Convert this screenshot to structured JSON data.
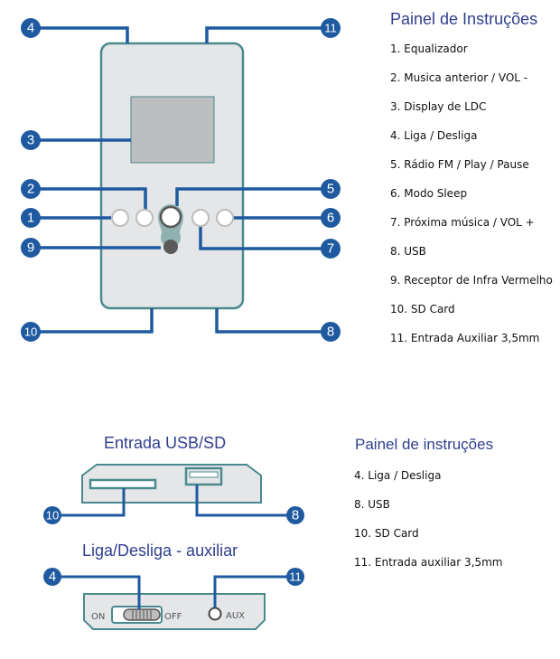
{
  "top_panel": {
    "title": "Painel de Instruções",
    "items": [
      "1. Equalizador",
      "2. Musica anterior / VOL -",
      "3. Display de LDC",
      "4. Liga / Desliga",
      "5. Rádio FM / Play / Pause",
      "6. Modo Sleep",
      "7. Próxima música / VOL +",
      "8. USB",
      "9. Receptor de Infra Vermelho",
      "10. SD Card",
      "11. Entrada Auxiliar 3,5mm"
    ]
  },
  "device_front": {
    "callouts": [
      "4",
      "11",
      "3",
      "2",
      "5",
      "1",
      "6",
      "9",
      "7",
      "10",
      "8"
    ]
  },
  "usb_sd_section": {
    "title": "Entrada USB/SD",
    "callouts": [
      "10",
      "8"
    ]
  },
  "power_aux_section": {
    "title": "Liga/Desliga - auxiliar",
    "callouts": [
      "4",
      "11"
    ],
    "switch_on_label": "ON",
    "switch_off_label": "OFF",
    "aux_label": "AUX"
  },
  "bottom_panel": {
    "title": "Painel de instruções",
    "items": [
      "4. Liga / Desliga",
      "8. USB",
      "10. SD Card",
      "11. Entrada auxiliar 3,5mm"
    ]
  },
  "colors": {
    "callout_blue": "#1f5aa0",
    "device_body": "#e4e6e8",
    "device_outline": "#4a8a8e",
    "screen": "#bcbec0",
    "title_text": "#2f3f8f"
  }
}
